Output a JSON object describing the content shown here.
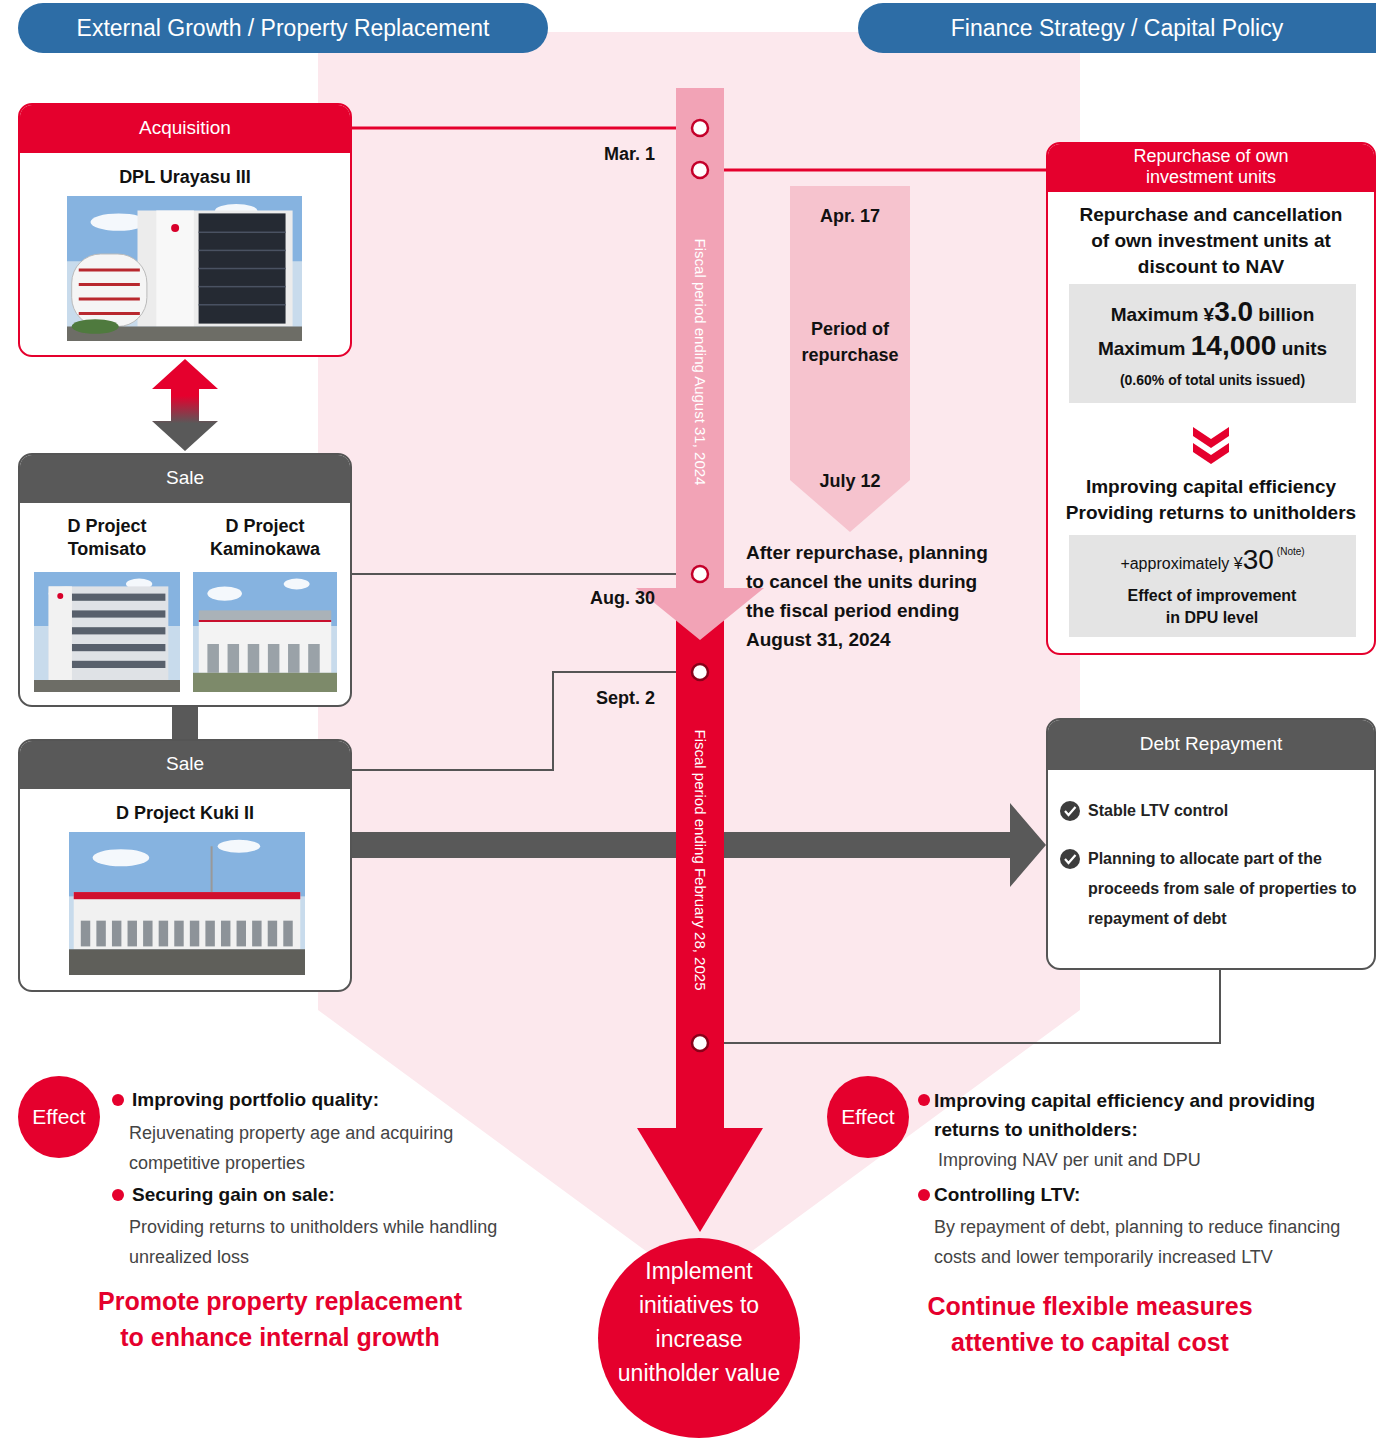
{
  "diagram": {
    "nodes": [
      {
        "text": [
          "External Growth / Property Replacement"
        ]
      },
      {
        "text": [
          "Finance Strategy / Capital Policy"
        ]
      },
      {
        "text": [
          "Acquisition",
          "DPL Urayasu III"
        ]
      },
      {
        "text": [
          "Repurchase of own investment units",
          "Repurchase and cancellation of own investment units at discount to NAV",
          "Improving capital efficiency Providing returns to unitholders"
        ]
      },
      {
        "text": [
          "Maximum ¥3.0 billion",
          "Maximum 14,000 units",
          "(0.60% of total units issued)"
        ],
        "in": 3
      },
      {
        "text": [
          "+approximately ¥30",
          "(Note)",
          "Effect of improvement in DPU level"
        ],
        "in": 3
      },
      {
        "text": [
          "Fiscal period ending August 31, 2024"
        ]
      },
      {
        "text": [
          "Apr. 17",
          "Period of repurchase",
          "July 12"
        ]
      },
      {
        "text": [
          "Sale",
          "D Project Tomisato",
          "D Project Kaminokawa"
        ]
      },
      {
        "text": [
          "Fiscal period ending February 28, 2025"
        ]
      },
      {
        "text": [
          "Sale",
          "D Project Kuki II"
        ]
      },
      {
        "text": [
          "Debt Repayment",
          "Stable LTV control",
          "Planning to allocate part of the proceeds from sale of properties to repayment of debt"
        ]
      },
      {
        "text": [
          "Effect"
        ]
      },
      {
        "text": [
          "Implement initiatives to increase unitholder value"
        ]
      },
      {
        "text": [
          "Effect"
        ]
      }
    ],
    "edges": [
      {
        "from": 2,
        "to": 6,
        "arrow": "none"
      },
      {
        "from": 3,
        "to": 6,
        "arrow": "none"
      },
      {
        "from": 2,
        "to": 8,
        "arrow": "both"
      },
      {
        "from": 8,
        "to": 6,
        "arrow": "none"
      },
      {
        "from": 8,
        "to": 10,
        "arrow": "none"
      },
      {
        "from": 10,
        "to": 9,
        "arrow": "none"
      },
      {
        "from": 10,
        "to": 11,
        "arrow": "to"
      },
      {
        "from": 11,
        "to": 9,
        "arrow": "none"
      },
      {
        "from": 9,
        "to": 13,
        "arrow": "to"
      }
    ],
    "labels": [
      "Mar. 1",
      "Aug. 30",
      "Sept. 2",
      "After repurchase, planning to cancel the units during the fiscal period ending August 31, 2024",
      "Improving portfolio quality:",
      "Rejuvenating property age and acquiring competitive properties",
      "Securing gain on sale:",
      "Providing returns to unitholders while handling unrealized loss",
      "Promote property replacement to enhance internal growth",
      "Improving capital efficiency and providing returns to unitholders:",
      "Improving NAV per unit and DPU",
      "Controlling LTV:",
      "By repayment of debt, planning to reduce financing costs and lower temporarily increased LTV",
      "Continue flexible measures attentive to capital cost"
    ]
  }
}
